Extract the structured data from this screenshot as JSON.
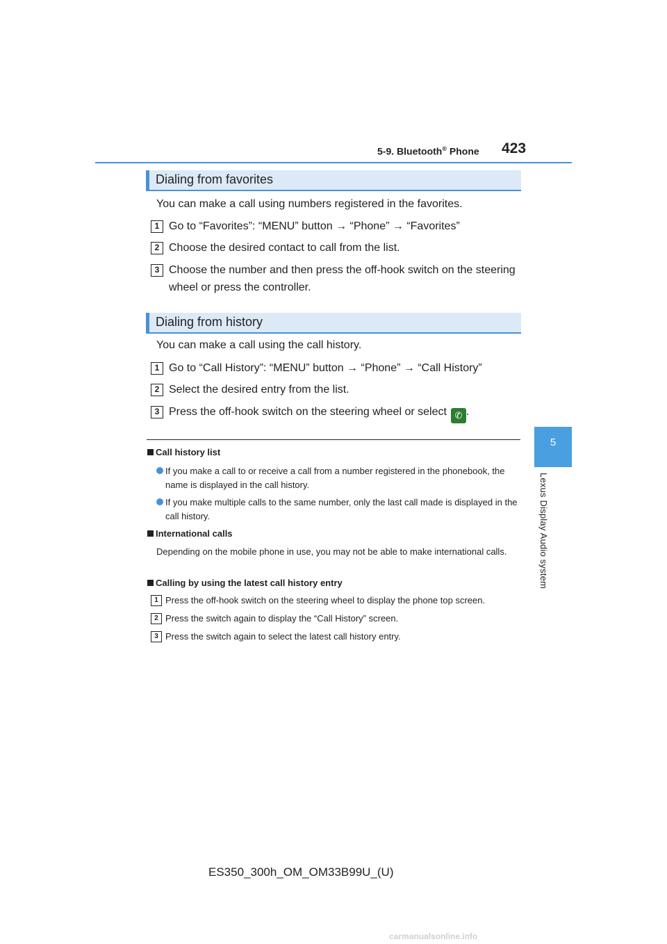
{
  "header": {
    "section_prefix": "5-9. Bluetooth",
    "registered": "®",
    "section_suffix": " Phone",
    "page_number": "423"
  },
  "side_tab": {
    "chapter_number": "5",
    "chapter_title": "Lexus Display Audio system"
  },
  "favorites": {
    "heading": "Dialing from favorites",
    "intro": "You can make a call using numbers registered in the favorites.",
    "steps": [
      {
        "num": "1",
        "text": "Go to “Favorites”: “MENU” button → “Phone” → “Favorites”"
      },
      {
        "num": "2",
        "text": "Choose the desired contact to call from the list."
      },
      {
        "num": "3",
        "text": "Choose the number and then press the off-hook switch on the steering wheel or press the controller."
      }
    ]
  },
  "history": {
    "heading": "Dialing from history",
    "intro": "You can make a call using the call history.",
    "steps": [
      {
        "num": "1",
        "text": "Go to “Call History”: “MENU” button → “Phone” → “Call History”"
      },
      {
        "num": "2",
        "text": "Select the desired entry from the list."
      },
      {
        "num": "3",
        "text": "Press the off-hook switch on the steering wheel or select",
        "end": "."
      }
    ],
    "phone_icon": "phone-call-icon"
  },
  "notes": {
    "call_history_list": {
      "heading": "Call history list",
      "bullets": [
        "If you make a call to or receive a call from a number registered in the phonebook, the name is displayed in the call history.",
        "If you make multiple calls to the same number, only the last call made is displayed in the call history."
      ]
    },
    "international": {
      "heading": "International calls",
      "text": "Depending on the mobile phone in use, you may not be able to make international calls."
    },
    "latest_entry": {
      "heading": "Calling by using the latest call history entry",
      "steps": [
        {
          "num": "1",
          "text": "Press the off-hook switch on the steering wheel to display the phone top screen."
        },
        {
          "num": "2",
          "text": "Press the switch again to display the “Call History” screen."
        },
        {
          "num": "3",
          "text": "Press the switch again to select the latest call history entry."
        }
      ]
    }
  },
  "footer": "ES350_300h_OM_OM33B99U_(U)",
  "watermark": "carmanualsonline.info",
  "colors": {
    "accent": "#4a90d9",
    "heading_bg": "#dce9f6",
    "text": "#231f20"
  }
}
